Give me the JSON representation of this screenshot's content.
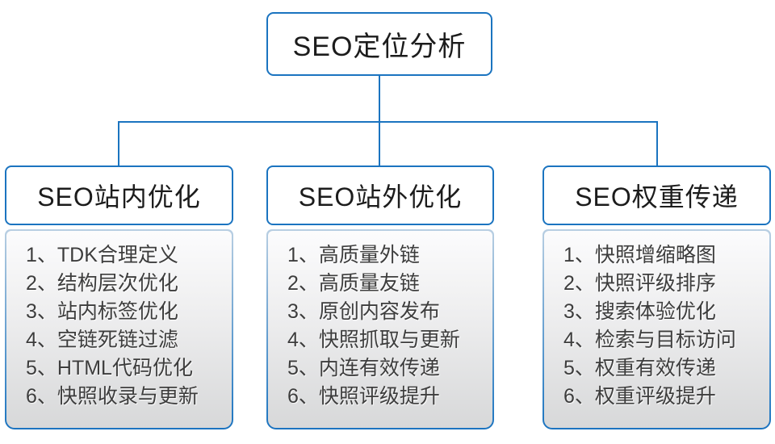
{
  "diagram": {
    "root": {
      "title": "SEO定位分析"
    },
    "columns": [
      {
        "title": "SEO站内优化",
        "items": [
          "1、TDK合理定义",
          "2、结构层次优化",
          "3、站内标签优化",
          "4、空链死链过滤",
          "5、HTML代码优化",
          "6、快照收录与更新"
        ]
      },
      {
        "title": "SEO站外优化",
        "items": [
          "1、高质量外链",
          "2、高质量友链",
          "3、原创内容发布",
          "4、快照抓取与更新",
          "5、内连有效传递",
          "6、快照评级提升"
        ]
      },
      {
        "title": "SEO权重传递",
        "items": [
          "1、快照增缩略图",
          "2、快照评级排序",
          "3、搜索体验优化",
          "4、检索与目标访问",
          "5、权重有效传递",
          "6、权重评级提升"
        ]
      }
    ]
  },
  "colors": {
    "line": "#1b74c0",
    "border-soft": "#b9cfe2",
    "fill-top": "#fcfcfd",
    "fill-mid": "#ededee",
    "fill-bottom": "#d7d8d9",
    "header-text": "#1c1c1c",
    "item-text": "#3d3d3d"
  }
}
